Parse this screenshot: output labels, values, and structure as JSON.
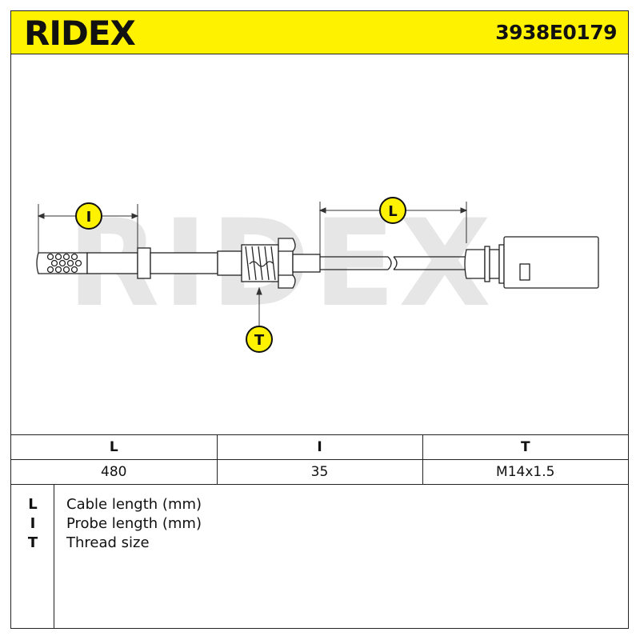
{
  "header": {
    "brand": "RIDEX",
    "part_number": "3938E0179",
    "background_color": "#fff200"
  },
  "drawing": {
    "watermark": "RIDEX",
    "dimension_markers": [
      "I",
      "L",
      "T"
    ]
  },
  "specs_table": {
    "columns": [
      "L",
      "I",
      "T"
    ],
    "values": [
      "480",
      "35",
      "M14x1.5"
    ]
  },
  "legend": [
    {
      "key": "L",
      "description": "Cable length (mm)"
    },
    {
      "key": "I",
      "description": "Probe length (mm)"
    },
    {
      "key": "T",
      "description": "Thread size"
    }
  ]
}
